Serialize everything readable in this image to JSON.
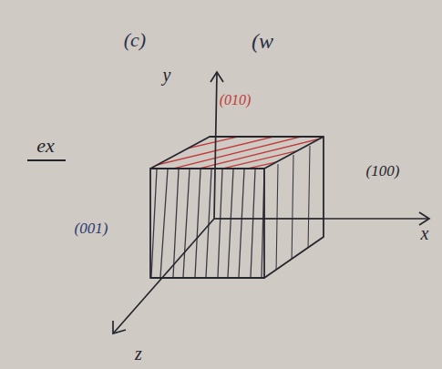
{
  "diagram": {
    "labels": [
      "(c)",
      "(w",
      "y",
      "ex",
      "(010)",
      "(100)",
      "(001)",
      "x",
      "z"
    ]
  }
}
